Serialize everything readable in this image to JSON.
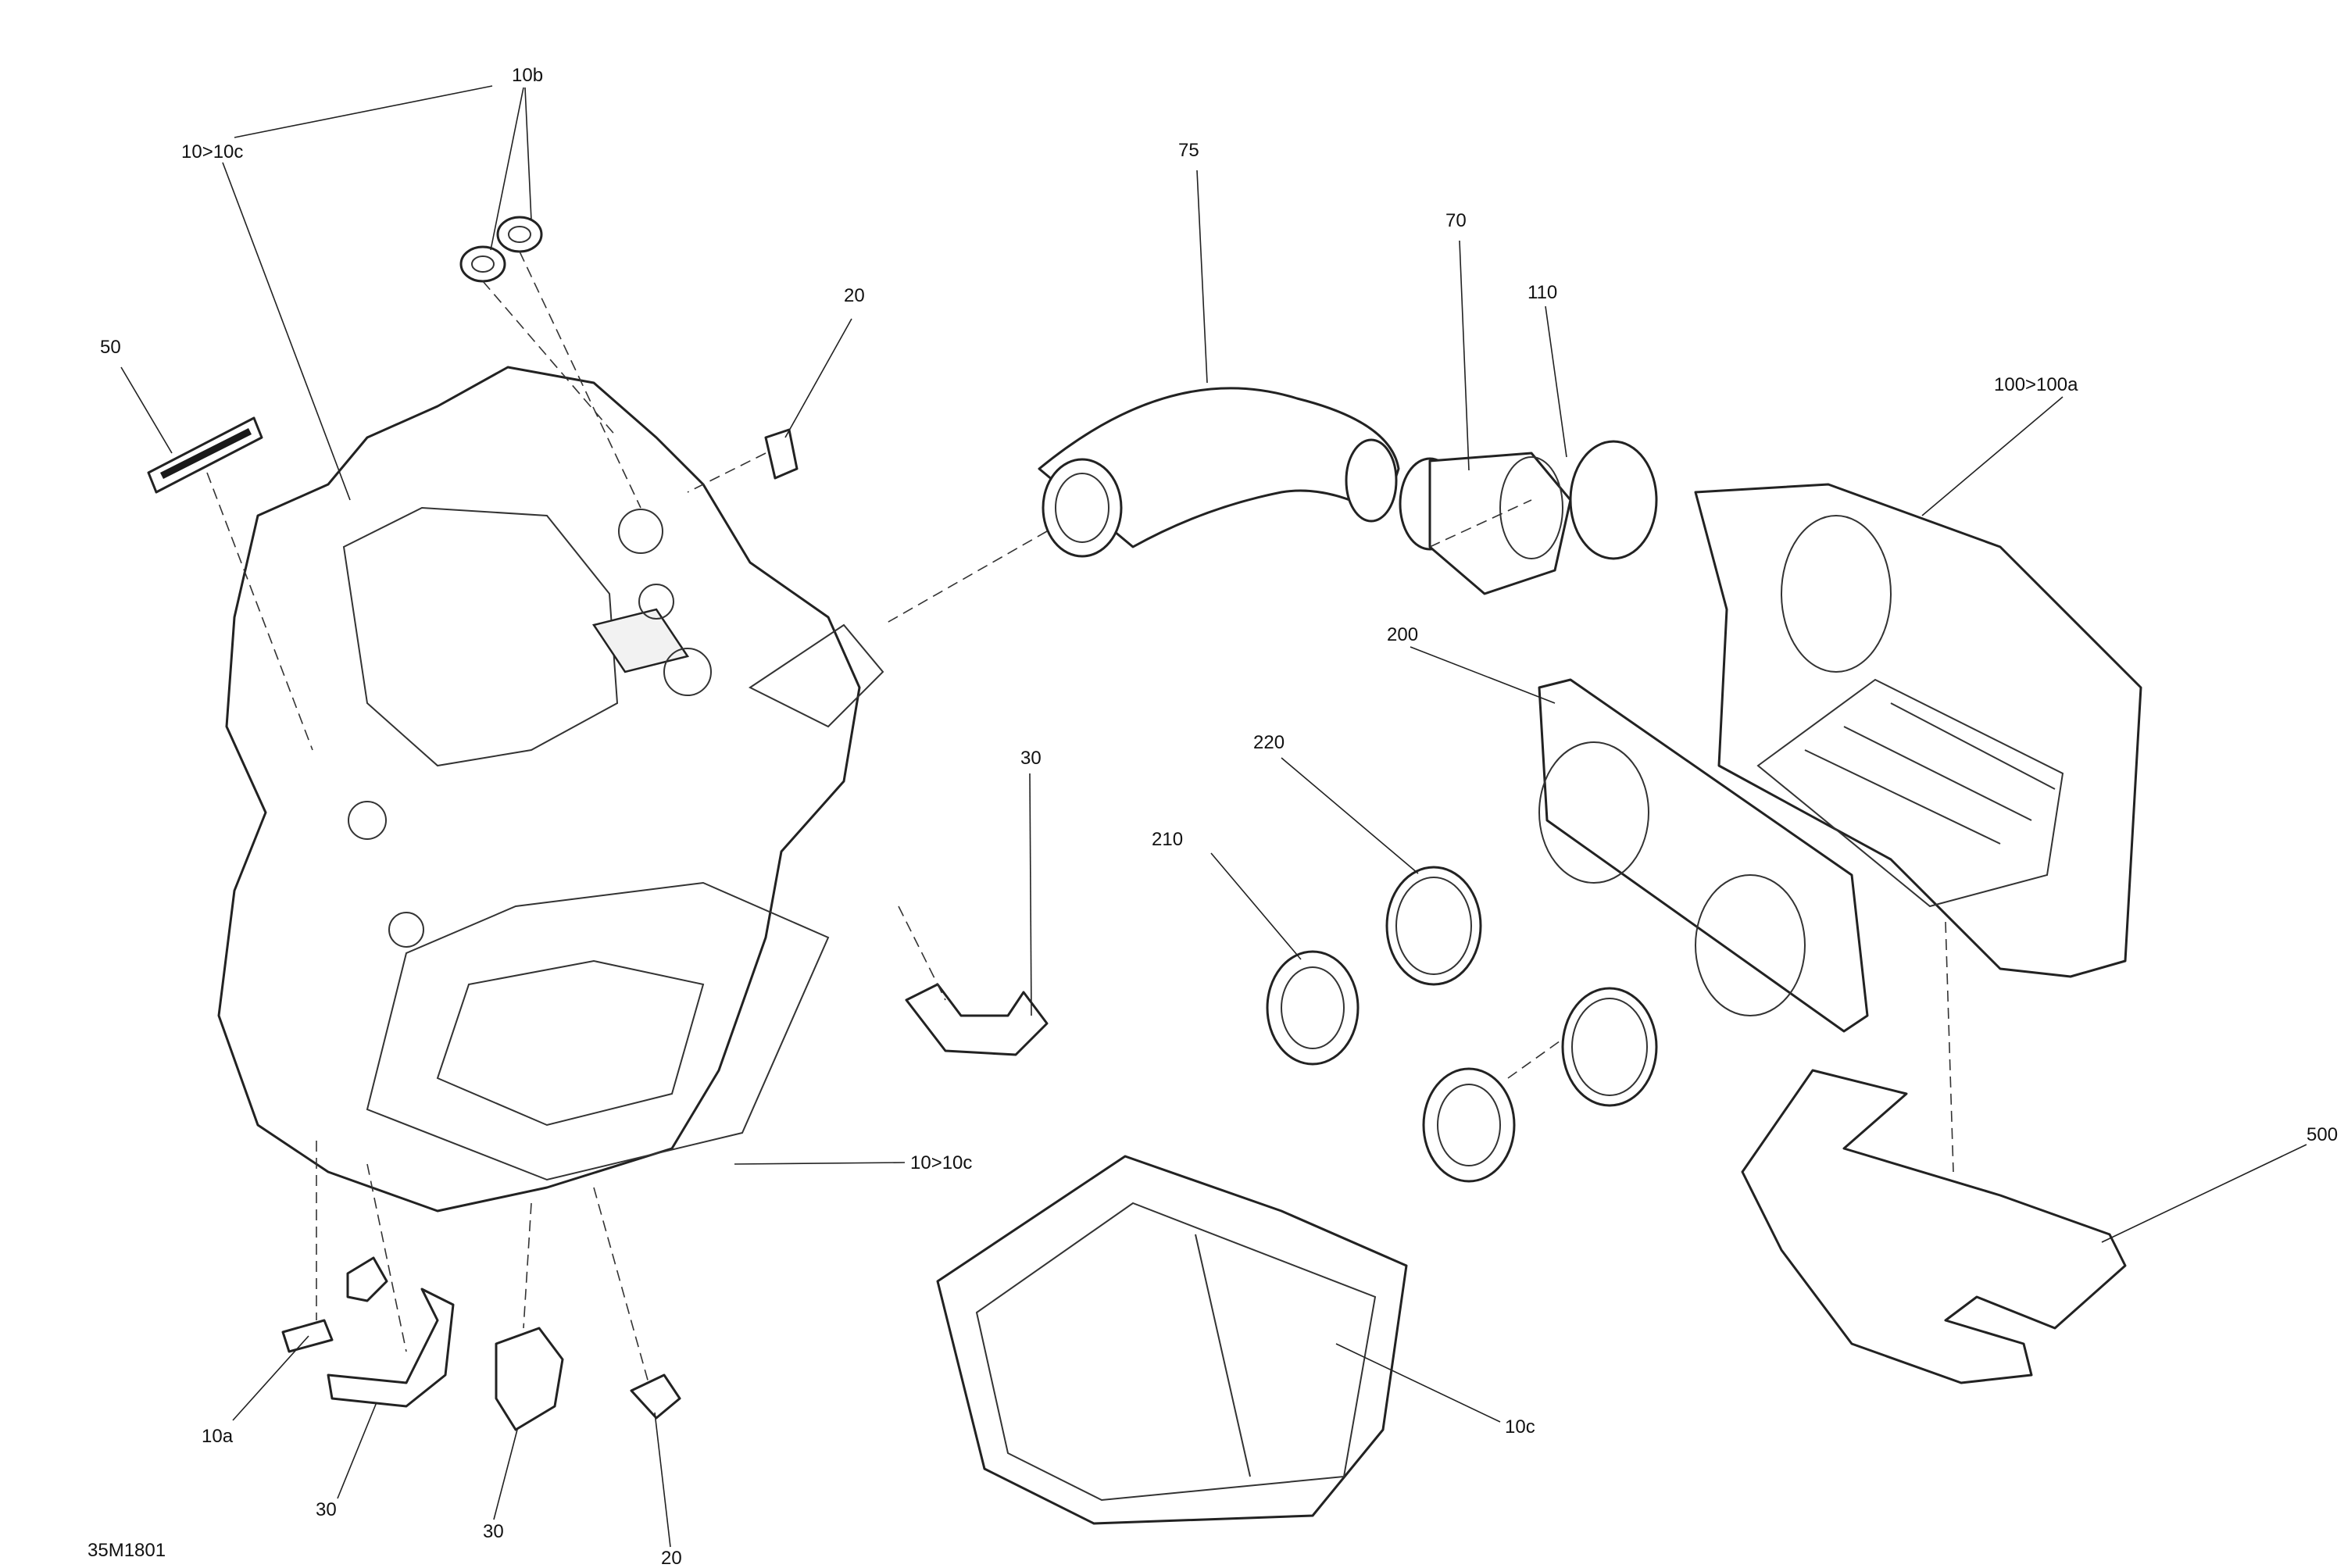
{
  "diagram": {
    "figure_code": "35M1801",
    "callouts": {
      "c10b": "10b",
      "c10to10c_top": "10>10c",
      "c50": "50",
      "c20_top": "20",
      "c75": "75",
      "c70": "70",
      "c110": "110",
      "c100to100a": "100>100a",
      "c200": "200",
      "c220": "220",
      "c210": "210",
      "c30_right": "30",
      "c10to10c_mid": "10>10c",
      "c500": "500",
      "c10c": "10c",
      "c10a": "10a",
      "c30_bottom_left": "30",
      "c30_bottom_mid": "30",
      "c20_bottom": "20"
    }
  }
}
